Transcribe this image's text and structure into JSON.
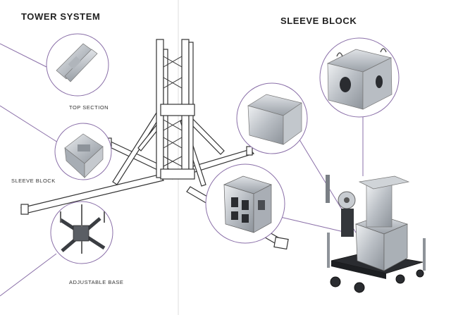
{
  "headings": {
    "tower_system": "TOWER SYSTEM",
    "sleeve_block": "SLEEVE BLOCK"
  },
  "captions": {
    "top_section": "TOP SECTION",
    "sleeve_block": "SLEEVE BLOCK",
    "adjustable_base": "ADJUSTABLE  BASE"
  },
  "colors": {
    "accent_line": "#8a6fa8",
    "metal": "#c9cdd2",
    "dark_metal": "#3a3d42"
  }
}
